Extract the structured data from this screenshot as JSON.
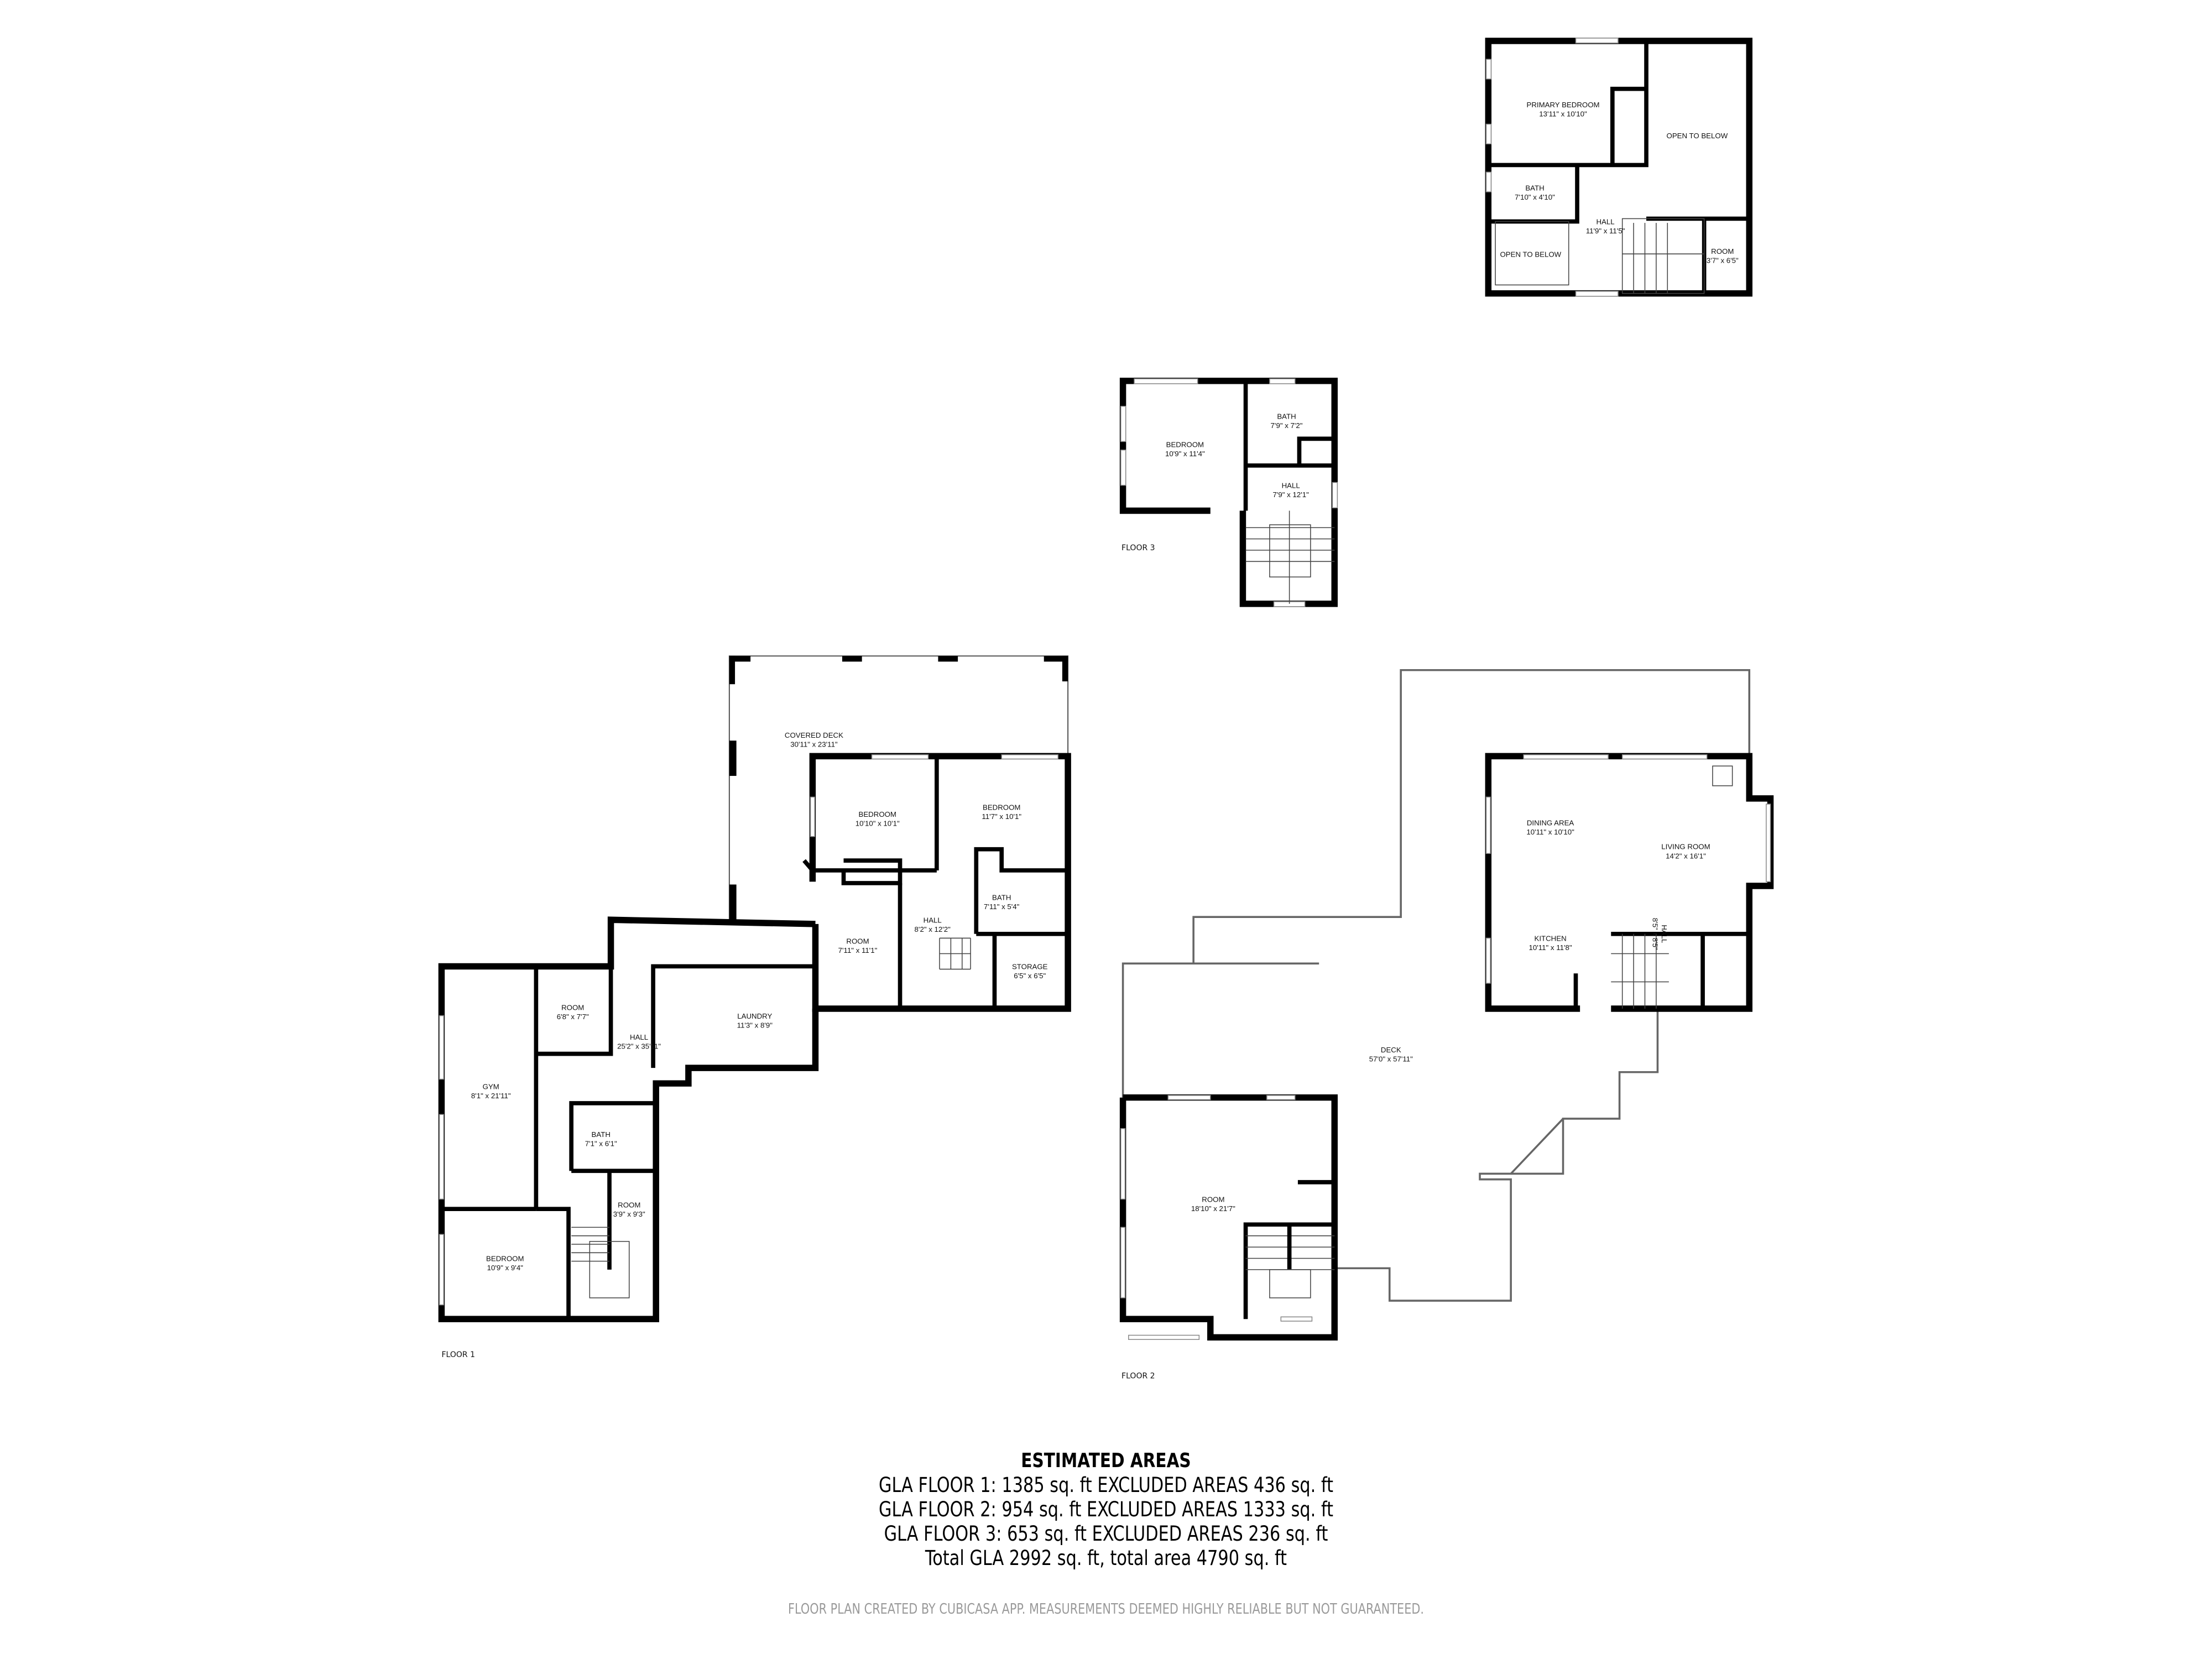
{
  "floors": [
    {
      "id": "floor-3-upper",
      "label": "",
      "rooms": [
        {
          "name": "PRIMARY BEDROOM",
          "dims": "13'11\" x 10'10\""
        },
        {
          "name": "OPEN TO BELOW",
          "dims": ""
        },
        {
          "name": "BATH",
          "dims": "7'10\" x 4'10\""
        },
        {
          "name": "HALL",
          "dims": "11'9\" x 11'5\""
        },
        {
          "name": "OPEN TO BELOW",
          "dims": ""
        },
        {
          "name": "ROOM",
          "dims": "3'7\" x 6'5\""
        }
      ]
    },
    {
      "id": "floor-3",
      "label": "FLOOR 3",
      "rooms": [
        {
          "name": "BEDROOM",
          "dims": "10'9\" x 11'4\""
        },
        {
          "name": "BATH",
          "dims": "7'9\" x 7'2\""
        },
        {
          "name": "HALL",
          "dims": "7'9\" x 12'1\""
        }
      ]
    },
    {
      "id": "floor-1",
      "label": "FLOOR 1",
      "rooms": [
        {
          "name": "COVERED DECK",
          "dims": "30'11\" x 23'11\""
        },
        {
          "name": "BEDROOM",
          "dims": "10'10\" x 10'1\""
        },
        {
          "name": "BEDROOM",
          "dims": "11'7\" x 10'1\""
        },
        {
          "name": "BATH",
          "dims": "7'11\" x 5'4\""
        },
        {
          "name": "HALL",
          "dims": "8'2\" x 12'2\""
        },
        {
          "name": "ROOM",
          "dims": "7'11\" x 11'1\""
        },
        {
          "name": "STORAGE",
          "dims": "6'5\" x 6'5\""
        },
        {
          "name": "LAUNDRY",
          "dims": "11'3\" x 8'9\""
        },
        {
          "name": "ROOM",
          "dims": "6'8\" x 7'7\""
        },
        {
          "name": "HALL",
          "dims": "25'2\" x 35'11\""
        },
        {
          "name": "GYM",
          "dims": "8'1\" x 21'11\""
        },
        {
          "name": "BATH",
          "dims": "7'1\" x 6'1\""
        },
        {
          "name": "ROOM",
          "dims": "3'9\" x 9'3\""
        },
        {
          "name": "BEDROOM",
          "dims": "10'9\" x 9'4\""
        }
      ]
    },
    {
      "id": "floor-2",
      "label": "FLOOR 2",
      "rooms": [
        {
          "name": "DINING AREA",
          "dims": "10'11\" x 10'10\""
        },
        {
          "name": "LIVING ROOM",
          "dims": "14'2\" x 16'1\""
        },
        {
          "name": "KITCHEN",
          "dims": "10'11\" x 11'8\""
        },
        {
          "name": "HALL",
          "dims": "8'5\" x 8'5\""
        },
        {
          "name": "DECK",
          "dims": "57'0\" x 57'11\""
        },
        {
          "name": "ROOM",
          "dims": "18'10\" x 21'7\""
        }
      ]
    }
  ],
  "summary": {
    "title": "ESTIMATED AREAS",
    "lines": [
      "GLA FLOOR 1: 1385 sq. ft EXCLUDED AREAS 436 sq. ft",
      "GLA FLOOR 2: 954 sq. ft EXCLUDED AREAS 1333 sq. ft",
      "GLA FLOOR 3: 653 sq. ft EXCLUDED AREAS 236 sq. ft",
      "Total GLA 2992 sq. ft, total area 4790 sq. ft"
    ]
  },
  "disclaimer": "FLOOR PLAN CREATED BY CUBICASA APP. MEASUREMENTS DEEMED HIGHLY RELIABLE BUT NOT GUARANTEED.",
  "colors": {
    "wall": "#000000",
    "background": "#ffffff",
    "disclaimer": "#9a9a9a"
  }
}
